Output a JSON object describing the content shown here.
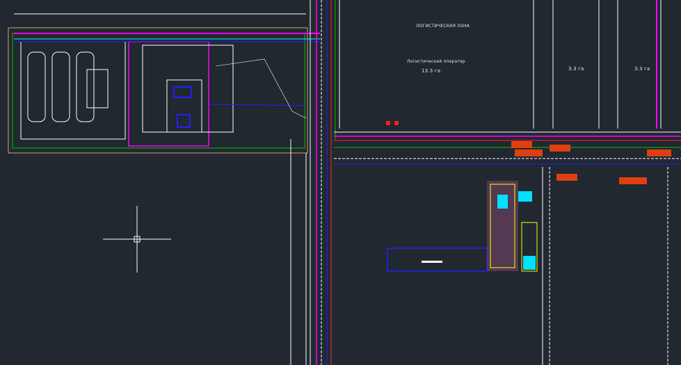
{
  "drawing": {
    "zone_title": "ЛОГИСТИЧЕСКАЯ ЗОНА",
    "operator_label": "Логистический оператор",
    "area_main": "13.3 га",
    "area_plot_1": "3.3 га",
    "area_plot_2": "3.3 га"
  },
  "colors": {
    "background": "#212830",
    "magenta": "#ff00ff",
    "red": "#ff2020",
    "green": "#00c000",
    "blue": "#2020ff",
    "white": "#ffffff",
    "orange": "#e04010"
  },
  "cursor": {
    "icon": "crosshair-icon"
  }
}
